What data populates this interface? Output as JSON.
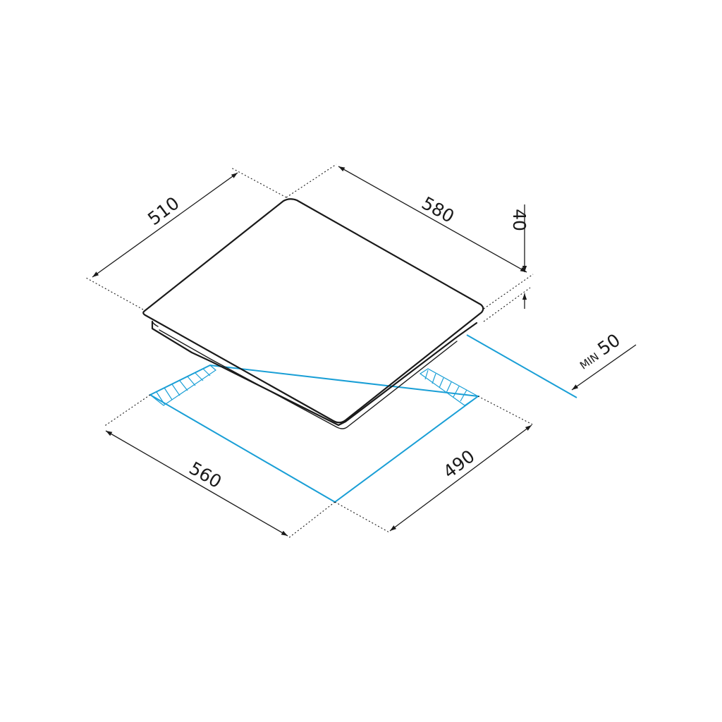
{
  "colors": {
    "outline": "#1a1a1a",
    "cutout": "#1a9fd6"
  },
  "dimensions": {
    "hob_depth": "510",
    "hob_width": "580",
    "hob_height": "40",
    "cutout_width": "560",
    "cutout_depth": "490",
    "clearance_prefix": "MIN",
    "clearance_value": "50"
  }
}
